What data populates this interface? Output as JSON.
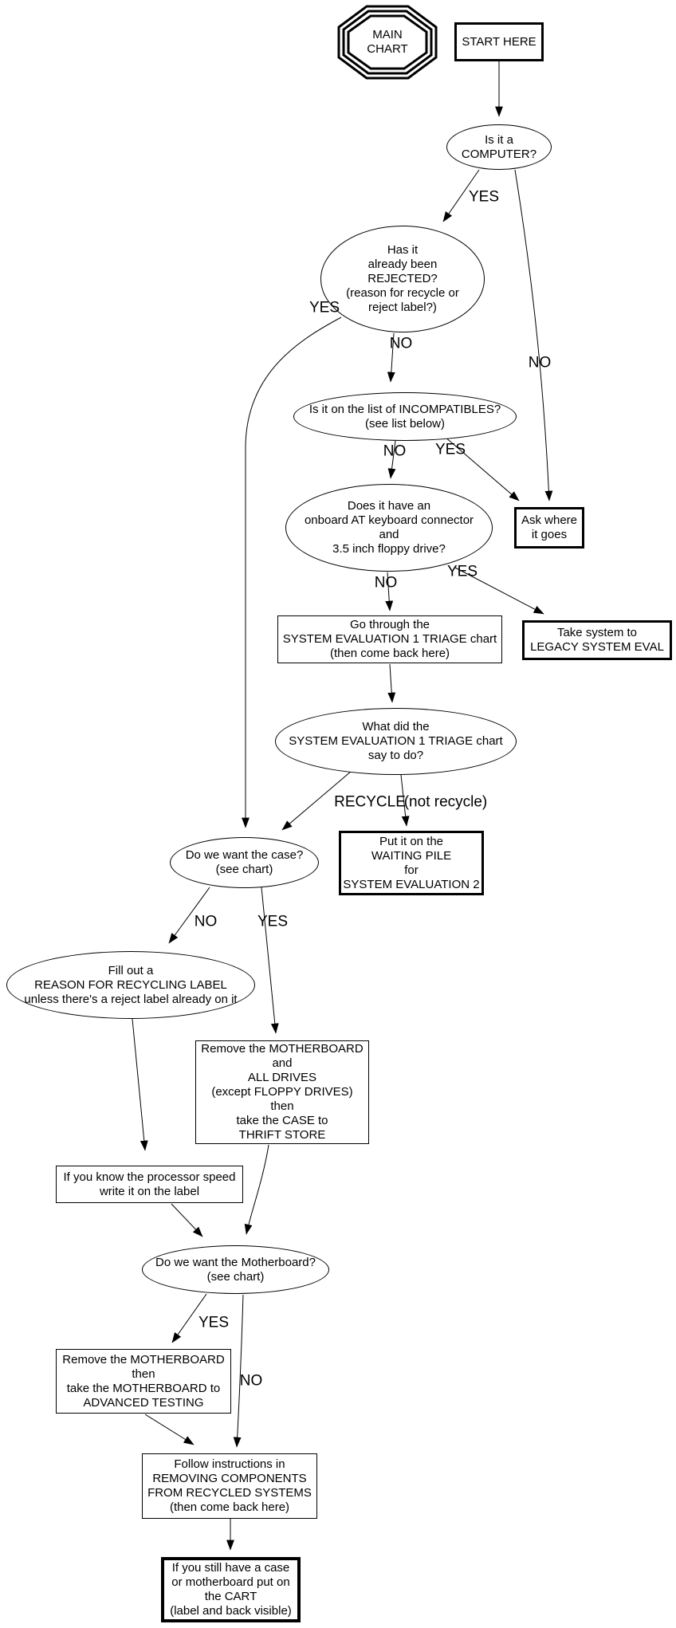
{
  "diagram": {
    "title": "MAIN CHART computer recycling triage flowchart",
    "colors": {
      "ink": "#000000",
      "background": "#ffffff"
    },
    "nodes": {
      "main_chart": {
        "type": "octagon",
        "label": "MAIN\nCHART"
      },
      "start_here": {
        "type": "box-bold",
        "label": "START HERE"
      },
      "is_computer": {
        "type": "ellipse",
        "label": "Is it a\nCOMPUTER?"
      },
      "rejected": {
        "type": "ellipse",
        "label": "Has it\nalready been\nREJECTED?\n(reason for recycle or\nreject label?)"
      },
      "incompatibles": {
        "type": "ellipse",
        "label": "Is it on the list of INCOMPATIBLES?\n(see list below)"
      },
      "at_keyboard": {
        "type": "ellipse",
        "label": "Does it have an\nonboard AT keyboard connector\nand\n3.5 inch floppy drive?"
      },
      "ask_where": {
        "type": "box-bold",
        "label": "Ask where\nit goes"
      },
      "go_triage": {
        "type": "box",
        "label": "Go through the\nSYSTEM EVALUATION 1 TRIAGE chart\n(then come back here)"
      },
      "legacy_eval": {
        "type": "box-bold",
        "label": "Take system to\nLEGACY SYSTEM EVAL"
      },
      "what_triage": {
        "type": "ellipse",
        "label": "What did the\nSYSTEM EVALUATION 1 TRIAGE chart\nsay to do?"
      },
      "waiting_pile": {
        "type": "box-bold",
        "label": "Put it on the\nWAITING PILE\nfor\nSYSTEM EVALUATION 2"
      },
      "want_case": {
        "type": "ellipse",
        "label": "Do we want the case?\n(see chart)"
      },
      "fill_label": {
        "type": "ellipse",
        "label": "Fill out a\nREASON FOR RECYCLING LABEL\nunless there's a reject label already on it"
      },
      "thrift_store": {
        "type": "box",
        "label": "Remove the MOTHERBOARD\nand\nALL DRIVES\n(except FLOPPY DRIVES)\nthen\ntake the CASE to\nTHRIFT STORE"
      },
      "proc_speed": {
        "type": "box",
        "label": "If you know the processor speed\nwrite it on the label"
      },
      "want_mb": {
        "type": "ellipse",
        "label": "Do we want the Motherboard?\n(see chart)"
      },
      "adv_testing": {
        "type": "box",
        "label": "Remove the MOTHERBOARD\nthen\ntake the MOTHERBOARD to\nADVANCED TESTING"
      },
      "removing": {
        "type": "box",
        "label": "Follow instructions in\nREMOVING COMPONENTS\nFROM RECYCLED SYSTEMS\n(then come back here)"
      },
      "cart": {
        "type": "box-xbold",
        "label": "If you still have a case\nor motherboard put on\nthe CART\n(label and back visible)"
      }
    },
    "edge_labels": {
      "computer_yes": "YES",
      "computer_no": "NO",
      "rejected_yes": "YES",
      "rejected_no": "NO",
      "incompatibles_no": "NO",
      "incompatibles_yes": "YES",
      "at_no": "NO",
      "at_yes": "YES",
      "triage_recycle": "RECYCLE",
      "triage_not_recycle": "(not recycle)",
      "case_no": "NO",
      "case_yes": "YES",
      "mb_yes": "YES",
      "mb_no": "NO"
    }
  }
}
